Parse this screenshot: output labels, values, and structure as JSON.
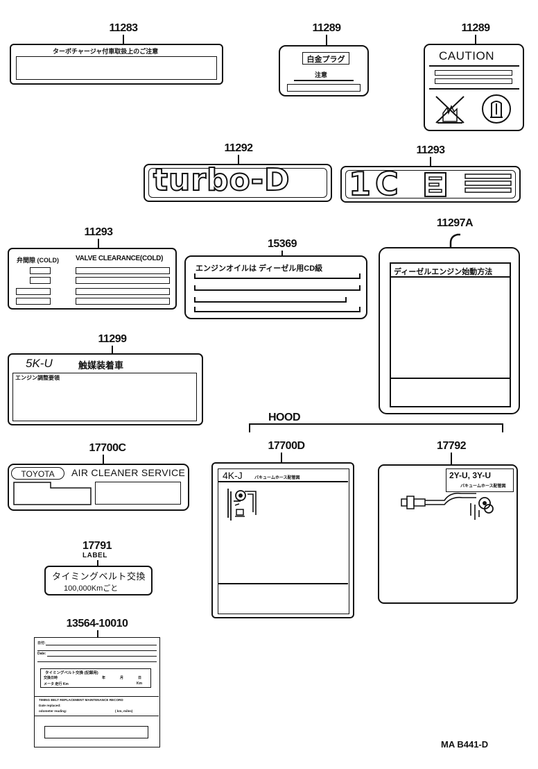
{
  "parts": {
    "p11283": {
      "number": "11283",
      "heading": "ターボチャージャ付車取扱上のご注意"
    },
    "p11289a": {
      "number": "11289",
      "title": "白金プラグ",
      "note": "注意"
    },
    "p11289b": {
      "number": "11289",
      "title": "CAUTION"
    },
    "p11292": {
      "number": "11292",
      "emblem": "turbo-D"
    },
    "p11293a": {
      "number": "11293",
      "emblem_text": "1C"
    },
    "p11293b": {
      "number": "11293",
      "heading_jp": "弁間隙 (COLD)",
      "heading_en": "VALVE CLEARANCE(COLD)"
    },
    "p15369": {
      "number": "15369",
      "heading": "エンジンオイルは ディーゼル用CD級"
    },
    "p11297A": {
      "number": "11297A",
      "heading": "ディーゼルエンジン始動方法"
    },
    "p11299": {
      "number": "11299",
      "model": "5K-U",
      "title_jp": "触媒装着車",
      "subheading": "エンジン調整要領"
    },
    "hood": {
      "label": "HOOD"
    },
    "p17700C": {
      "number": "17700C",
      "brand": "TOYOTA",
      "title": "AIR CLEANER SERVICE"
    },
    "p17700D": {
      "number": "17700D",
      "model": "4K-J",
      "subtitle": "バキュームホース配管図"
    },
    "p17792": {
      "number": "17792",
      "model": "2Y-U, 3Y-U",
      "subtitle": "バキュームホース配管図"
    },
    "p17791": {
      "number": "17791",
      "caption": "LABEL",
      "line1": "タイミングベルト交換",
      "line2": "100,000Kmごと"
    },
    "p13564": {
      "number": "13564-10010",
      "row1": "日付:",
      "row2": "Date:",
      "table_title": "タイミングベルト交換 (記録用)",
      "col_labels": [
        "交換日時",
        "年",
        "月",
        "日"
      ],
      "meter_label": "メータ 走行 Km",
      "meter_unit": "Km",
      "en_title": "TIMING BELT REPLACEMENT MAINTENANCE RECORD",
      "en_line1": "Date replaced:",
      "en_line2": "odometer reading:",
      "en_unit": "( km, miles)"
    },
    "ref": {
      "code": "MA  B441-D"
    }
  }
}
